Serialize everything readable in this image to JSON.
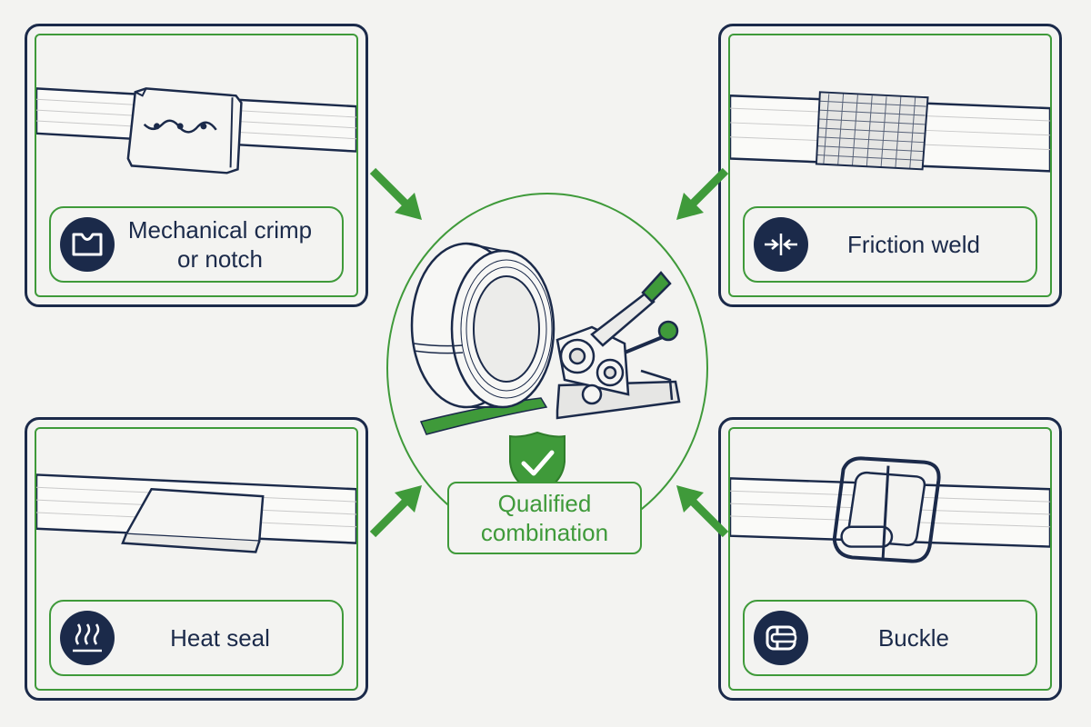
{
  "methods": {
    "top_left": {
      "label_line1": "Mechanical crimp",
      "label_line2": "or notch",
      "icon": "crimp-notch-icon"
    },
    "top_right": {
      "label": "Friction weld",
      "icon": "friction-compress-icon"
    },
    "bottom_left": {
      "label": "Heat seal",
      "icon": "heat-waves-icon"
    },
    "bottom_right": {
      "label": "Buckle",
      "icon": "buckle-icon"
    }
  },
  "center": {
    "label_line1": "Qualified",
    "label_line2": "combination",
    "icons": [
      "strap-coil",
      "tensioner-tool",
      "shield-check-icon"
    ]
  },
  "colors": {
    "navy": "#1b2a4a",
    "green": "#3f9a3a",
    "background": "#f3f3f1"
  }
}
